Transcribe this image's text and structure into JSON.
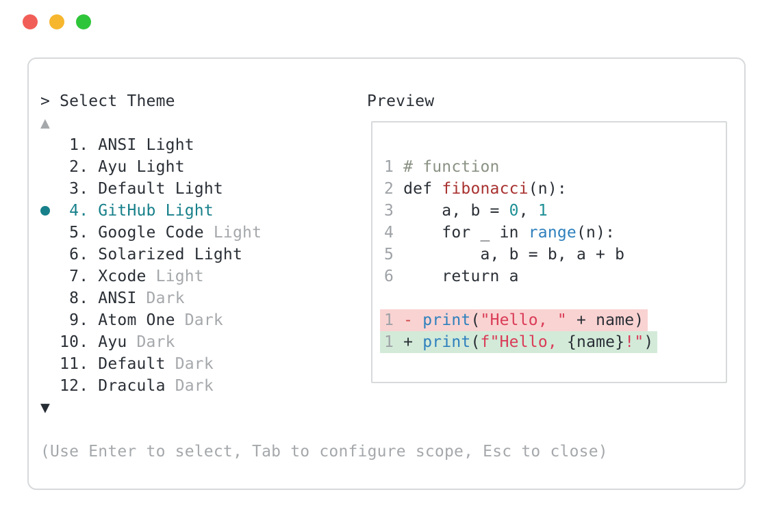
{
  "window_controls": {
    "buttons": [
      {
        "name": "close",
        "color": "#f15e57"
      },
      {
        "name": "minimize",
        "color": "#f6b62e"
      },
      {
        "name": "maximize",
        "color": "#2fc53a"
      }
    ]
  },
  "colors": {
    "fg": "#2a2f36",
    "muted": "#a5a8ab",
    "lnum": "#9ea2a6",
    "teal": "#17808a",
    "comment": "#8a9284",
    "func": "#a83230",
    "numlit": "#1d8f94",
    "blue": "#2e80bd",
    "str": "#da3b56",
    "minus": "#d0494b",
    "border": "#d7d9db",
    "removedBg": "#f9d3d2",
    "addedBg": "#d3ead9",
    "arrowDark": "#262c33"
  },
  "theme_picker": {
    "prompt": "> Select Theme",
    "scroll_up_indicator": "▲",
    "scroll_down_indicator": "▼",
    "hint": "(Use Enter to select, Tab to configure scope, Esc to close)",
    "items": [
      {
        "num": "1",
        "name": "ANSI",
        "suffix": "Light",
        "muted_suffix": false,
        "selected": false
      },
      {
        "num": "2",
        "name": "Ayu",
        "suffix": "Light",
        "muted_suffix": false,
        "selected": false
      },
      {
        "num": "3",
        "name": "Default",
        "suffix": "Light",
        "muted_suffix": false,
        "selected": false
      },
      {
        "num": "4",
        "name": "GitHub",
        "suffix": "Light",
        "muted_suffix": false,
        "selected": true
      },
      {
        "num": "5",
        "name": "Google Code",
        "suffix": "Light",
        "muted_suffix": true,
        "selected": false
      },
      {
        "num": "6",
        "name": "Solarized",
        "suffix": "Light",
        "muted_suffix": false,
        "selected": false
      },
      {
        "num": "7",
        "name": "Xcode",
        "suffix": "Light",
        "muted_suffix": true,
        "selected": false
      },
      {
        "num": "8",
        "name": "ANSI",
        "suffix": "Dark",
        "muted_suffix": true,
        "selected": false
      },
      {
        "num": "9",
        "name": "Atom One",
        "suffix": "Dark",
        "muted_suffix": true,
        "selected": false
      },
      {
        "num": "10",
        "name": "Ayu",
        "suffix": "Dark",
        "muted_suffix": true,
        "selected": false
      },
      {
        "num": "11",
        "name": "Default",
        "suffix": "Dark",
        "muted_suffix": true,
        "selected": false
      },
      {
        "num": "12",
        "name": "Dracula",
        "suffix": "Dark",
        "muted_suffix": true,
        "selected": false
      }
    ]
  },
  "preview": {
    "title": "Preview",
    "code_lines": [
      {
        "num": "1",
        "diff": null,
        "tokens": [
          {
            "t": "# function",
            "c": "comment"
          }
        ]
      },
      {
        "num": "2",
        "diff": null,
        "tokens": [
          {
            "t": "def ",
            "c": "fg"
          },
          {
            "t": "fibonacci",
            "c": "func"
          },
          {
            "t": "(n):",
            "c": "fg"
          }
        ]
      },
      {
        "num": "3",
        "diff": null,
        "tokens": [
          {
            "t": "    a, b = ",
            "c": "fg"
          },
          {
            "t": "0",
            "c": "num"
          },
          {
            "t": ", ",
            "c": "fg"
          },
          {
            "t": "1",
            "c": "num"
          }
        ]
      },
      {
        "num": "4",
        "diff": null,
        "tokens": [
          {
            "t": "    for _ in ",
            "c": "fg"
          },
          {
            "t": "range",
            "c": "blue"
          },
          {
            "t": "(n):",
            "c": "fg"
          }
        ]
      },
      {
        "num": "5",
        "diff": null,
        "tokens": [
          {
            "t": "        a, b = b, a + b",
            "c": "fg"
          }
        ]
      },
      {
        "num": "6",
        "diff": null,
        "tokens": [
          {
            "t": "    return a",
            "c": "fg"
          }
        ]
      },
      {
        "num": "",
        "diff": null,
        "tokens": []
      },
      {
        "num": "1",
        "diff": "removed",
        "tokens": [
          {
            "t": "- ",
            "c": "minus"
          },
          {
            "t": "print",
            "c": "blue"
          },
          {
            "t": "(",
            "c": "fg"
          },
          {
            "t": "\"Hello, \"",
            "c": "str"
          },
          {
            "t": " + name)",
            "c": "fg"
          }
        ]
      },
      {
        "num": "1",
        "diff": "added",
        "tokens": [
          {
            "t": "+ ",
            "c": "fg"
          },
          {
            "t": "print",
            "c": "blue"
          },
          {
            "t": "(",
            "c": "fg"
          },
          {
            "t": "f\"Hello, ",
            "c": "str"
          },
          {
            "t": "{name}",
            "c": "fg"
          },
          {
            "t": "!\"",
            "c": "str"
          },
          {
            "t": ")",
            "c": "fg"
          }
        ]
      }
    ]
  }
}
